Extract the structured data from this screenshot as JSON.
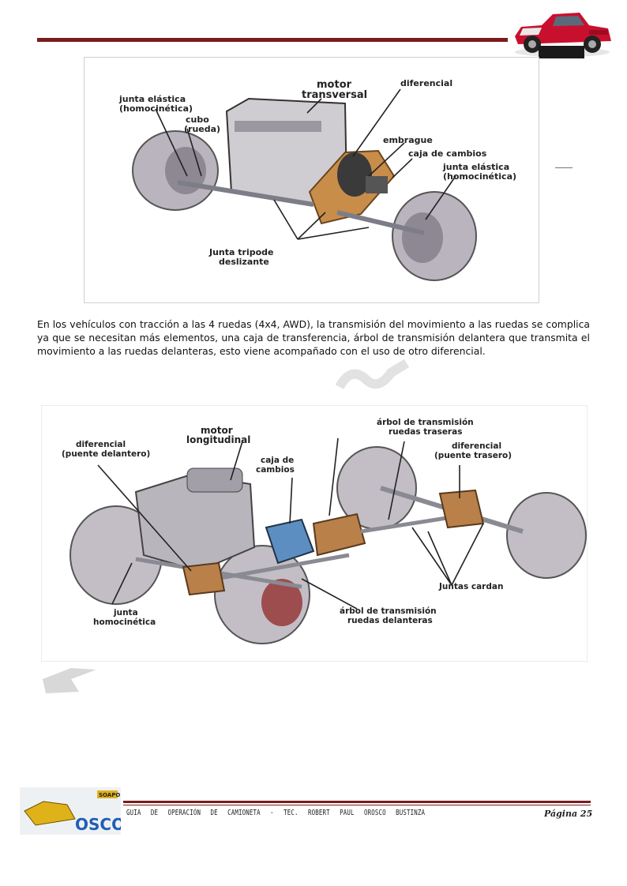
{
  "header": {
    "truck_image": "red-pickup-truck"
  },
  "figure1": {
    "labels": {
      "junta_elastica_left_1": "junta elástica",
      "junta_elastica_left_2": "(homocinética)",
      "cubo_1": "cubo",
      "cubo_2": "(rueda)",
      "motor_1": "motor",
      "motor_2": "transversal",
      "diferencial": "diferencial",
      "embrague": "embrague",
      "caja": "caja de cambios",
      "junta_elastica_right_1": "junta elástica",
      "junta_elastica_right_2": "(homocinética)",
      "tripode_1": "Junta tripode",
      "tripode_2": "deslizante"
    }
  },
  "body": {
    "paragraph": "En los vehículos con tracción a las 4 ruedas (4x4, AWD), la transmisión del movimiento a las ruedas se complica ya que se necesitan más elementos, una caja de transferencia, árbol de transmisión delantera que transmita el movimiento a las ruedas delanteras, esto viene acompañado con el uso de otro diferencial."
  },
  "figure2": {
    "labels": {
      "motor_1": "motor",
      "motor_2": "longitudinal",
      "dif_del_1": "diferencial",
      "dif_del_2": "(puente delantero)",
      "caja_1": "caja de",
      "caja_2": "cambios",
      "arbol_tras_1": "árbol de transmisión",
      "arbol_tras_2": "ruedas traseras",
      "dif_tras_1": "diferencial",
      "dif_tras_2": "(puente trasero)",
      "juntas_cardan": "Juntas cardan",
      "junta_homo_1": "junta",
      "junta_homo_2": "homocinética",
      "arbol_del_1": "árbol de transmisión",
      "arbol_del_2": "ruedas delanteras"
    }
  },
  "footer": {
    "guide_text": "GUIA DE OPERACIÓN DE CAMIONETA - TEC. ROBERT PAUL OROSCO BUSTINZA",
    "page_label": "Página 25",
    "logo_text": "OSCO",
    "logo_badge": "SOAPO"
  },
  "colors": {
    "rule": "#7a1c1c",
    "truck": "#c8102e",
    "gearbox": "#c98d4a",
    "wheel": "#b9b4bd"
  }
}
